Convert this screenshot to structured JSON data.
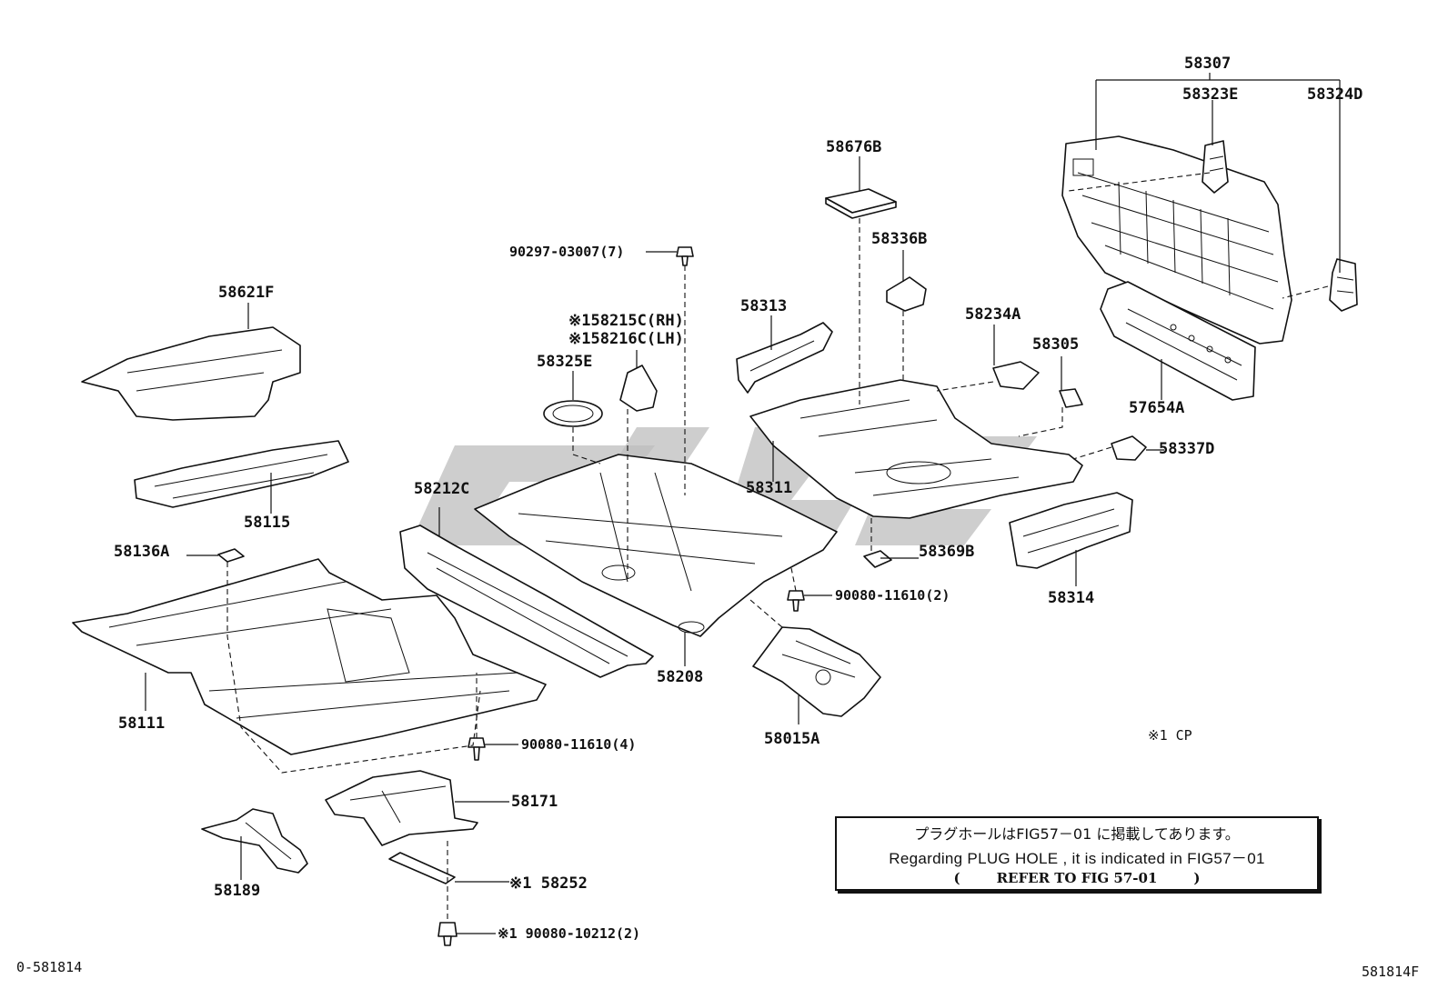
{
  "labels": {
    "p58307": "58307",
    "p58323E": "58323E",
    "p58324D": "58324D",
    "p58676B": "58676B",
    "p58336B": "58336B",
    "p90297": "90297-03007(7)",
    "p58621F": "58621F",
    "p58313": "58313",
    "p58215C": "※158215C(RH)",
    "p58216C": "※158216C(LH)",
    "p58234A": "58234A",
    "p58305": "58305",
    "p58325E": "58325E",
    "p57654A": "57654A",
    "p58337D": "58337D",
    "p58115": "58115",
    "p58212C": "58212C",
    "p58311": "58311",
    "p58369B": "58369B",
    "p58136A": "58136A",
    "p90080_11610_2": "90080-11610(2)",
    "p58314": "58314",
    "p58208": "58208",
    "p58111": "58111",
    "p58015A": "58015A",
    "p90080_11610_4": "90080-11610(4)",
    "p58171": "58171",
    "p58189": "58189",
    "p58252": "※1 58252",
    "p90080_10212": "※1 90080-10212(2)"
  },
  "legend": "※1  CP",
  "note": {
    "line1": "プラグホールはFIG57－01 に掲載してあります。",
    "line2": "Regarding PLUG HOLE , it is indicated in FIG57－01",
    "open_paren": "(",
    "line3": "REFER TO FIG 57-01",
    "close_paren": ")"
  },
  "footer_left": "0-581814",
  "footer_right": "581814F"
}
